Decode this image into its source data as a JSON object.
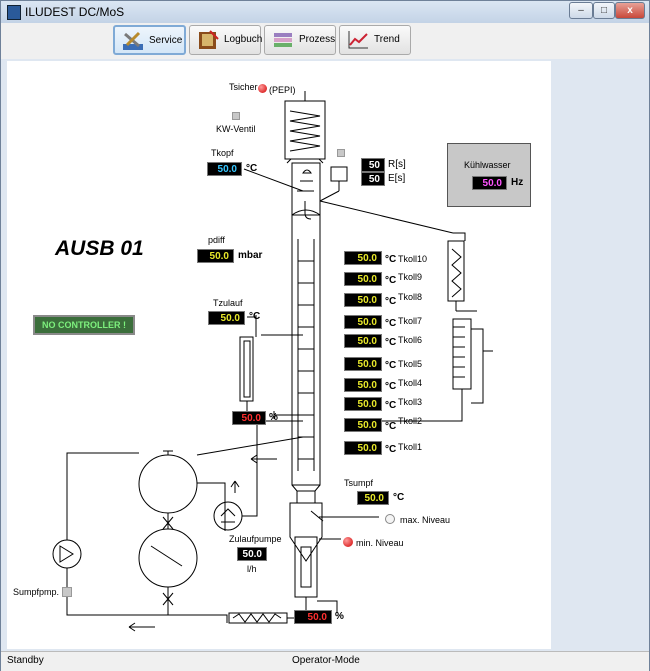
{
  "window": {
    "title": "ILUDEST DC/MoS",
    "minimize": "–",
    "maximize": "□",
    "close": "x"
  },
  "toolbar": {
    "service": "Service",
    "logbuch": "Logbuch",
    "prozess": "Prozess",
    "trend": "Trend"
  },
  "process": {
    "name": "AUSB 01",
    "tsicher_label": "Tsicher",
    "pepi": "(PEPI)",
    "kw_ventil": "KW-Ventil",
    "tkopf_label": "Tkopf",
    "tkopf_value": "50.0",
    "deg_c": "°C",
    "r_value": "50",
    "r_unit": "R[s]",
    "e_value": "50",
    "e_unit": "E[s]",
    "kuehlwasser_label": "Kühlwasser",
    "kuehlwasser_value": "50.0",
    "hz": "Hz",
    "pdiff_label": "pdiff",
    "pdiff_value": "50.0",
    "mbar": "mbar",
    "no_controller": "NO CONTROLLER !",
    "tzulauf_label": "Tzulauf",
    "tzulauf_value": "50.0",
    "feed_percent_value": "50.0",
    "percent": "%",
    "tkoll": [
      {
        "label": "Tkoll10",
        "value": "50.0"
      },
      {
        "label": "Tkoll9",
        "value": "50.0"
      },
      {
        "label": "Tkoll8",
        "value": "50.0"
      },
      {
        "label": "Tkoll7",
        "value": "50.0"
      },
      {
        "label": "Tkoll6",
        "value": "50.0"
      },
      {
        "label": "Tkoll5",
        "value": "50.0"
      },
      {
        "label": "Tkoll4",
        "value": "50.0"
      },
      {
        "label": "Tkoll3",
        "value": "50.0"
      },
      {
        "label": "Tkoll2",
        "value": "50.0"
      },
      {
        "label": "Tkoll1",
        "value": "50.0"
      }
    ],
    "tsumpf_label": "Tsumpf",
    "tsumpf_value": "50.0",
    "max_niveau": "max. Niveau",
    "min_niveau": "min. Niveau",
    "zulaufpumpe_label": "Zulaufpumpe",
    "zulaufpumpe_value": "50.0",
    "lh": "l/h",
    "sumpfpmp_label": "Sumpfpmp.",
    "bottom_percent_value": "50.0"
  },
  "status": {
    "left": "Standby",
    "mode": "Operator-Mode"
  }
}
